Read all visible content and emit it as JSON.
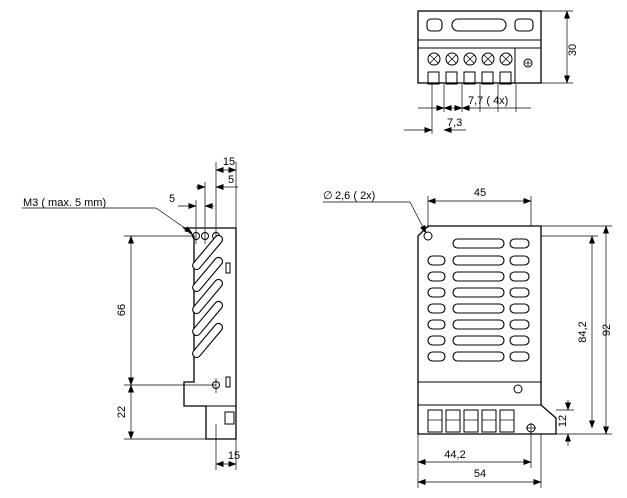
{
  "top_view": {
    "dim_height": "30",
    "dim_pitch": "7,7  ( 4x)",
    "dim_offset": "7,3"
  },
  "side_view": {
    "thread_note": "M3  ( max. 5 mm)",
    "dim_top_width": "15",
    "dim_hole_spacing_a": "5",
    "dim_hole_spacing_b": "5",
    "dim_hole_height": "66",
    "dim_bottom_height": "22",
    "dim_bottom_width": "15"
  },
  "front_view": {
    "hole_note": "2,6  ( 2x)",
    "diameter_symbol": "∅",
    "dim_top_width": "45",
    "dim_inner_height": "84,2",
    "dim_total_height": "92",
    "dim_terminal_height": "12",
    "dim_inner_width": "44,2",
    "dim_total_width": "54"
  }
}
